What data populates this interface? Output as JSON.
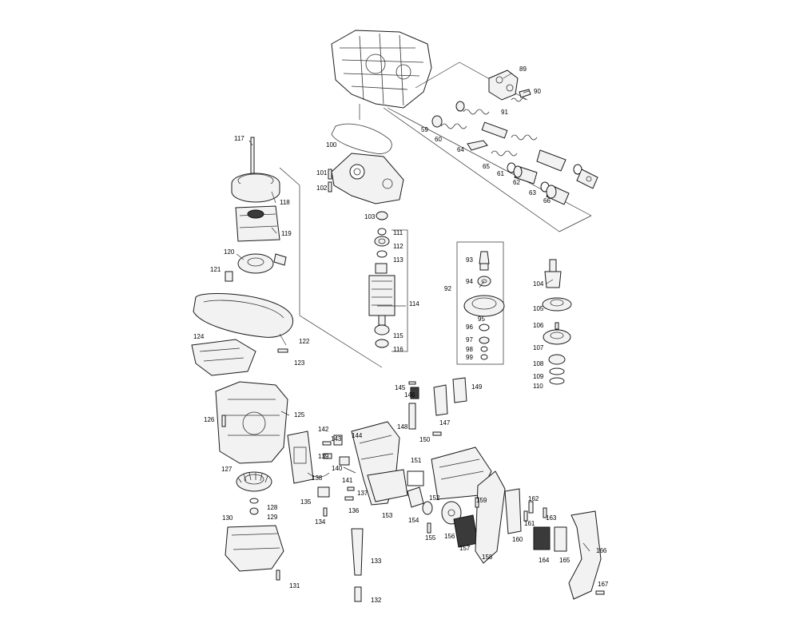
{
  "callouts": {
    "c59": "59",
    "c60": "60",
    "c61": "61",
    "c62": "62",
    "c63": "63",
    "c64": "64",
    "c65": "65",
    "c66": "66",
    "c89": "89",
    "c90": "90",
    "c91": "91",
    "c92": "92",
    "c93": "93",
    "c94": "94",
    "c95": "95",
    "c96": "96",
    "c97": "97",
    "c98": "98",
    "c99": "99",
    "c100": "100",
    "c101": "101",
    "c102": "102",
    "c103": "103",
    "c104": "104",
    "c105": "105",
    "c106": "106",
    "c107": "107",
    "c108": "108",
    "c109": "109",
    "c110": "110",
    "c111": "111",
    "c112": "112",
    "c113": "113",
    "c114": "114",
    "c115": "115",
    "c116": "116",
    "c117": "117",
    "c118": "118",
    "c119": "119",
    "c120": "120",
    "c121": "121",
    "c122": "122",
    "c123": "123",
    "c124": "124",
    "c125": "125",
    "c126": "126",
    "c127": "127",
    "c128": "128",
    "c129": "129",
    "c130": "130",
    "c131": "131",
    "c132": "132",
    "c133": "133",
    "c134": "134",
    "c135": "135",
    "c136": "136",
    "c137": "137",
    "c138": "138",
    "c139": "139",
    "c140": "140",
    "c141": "141",
    "c142": "142",
    "c143": "143",
    "c144": "144",
    "c145": "145",
    "c146": "146",
    "c147": "147",
    "c148": "148",
    "c149": "149",
    "c150": "150",
    "c151": "151",
    "c152": "152",
    "c153": "153",
    "c154": "154",
    "c155": "155",
    "c156": "156",
    "c157": "157",
    "c158": "158",
    "c159": "159",
    "c160": "160",
    "c161": "161",
    "c162": "162",
    "c163": "163",
    "c164": "164",
    "c165": "165",
    "c166": "166",
    "c167": "167"
  },
  "colors": {
    "ink": "#1a1a1a",
    "background": "#ffffff",
    "fill": "#f2f2f2"
  }
}
